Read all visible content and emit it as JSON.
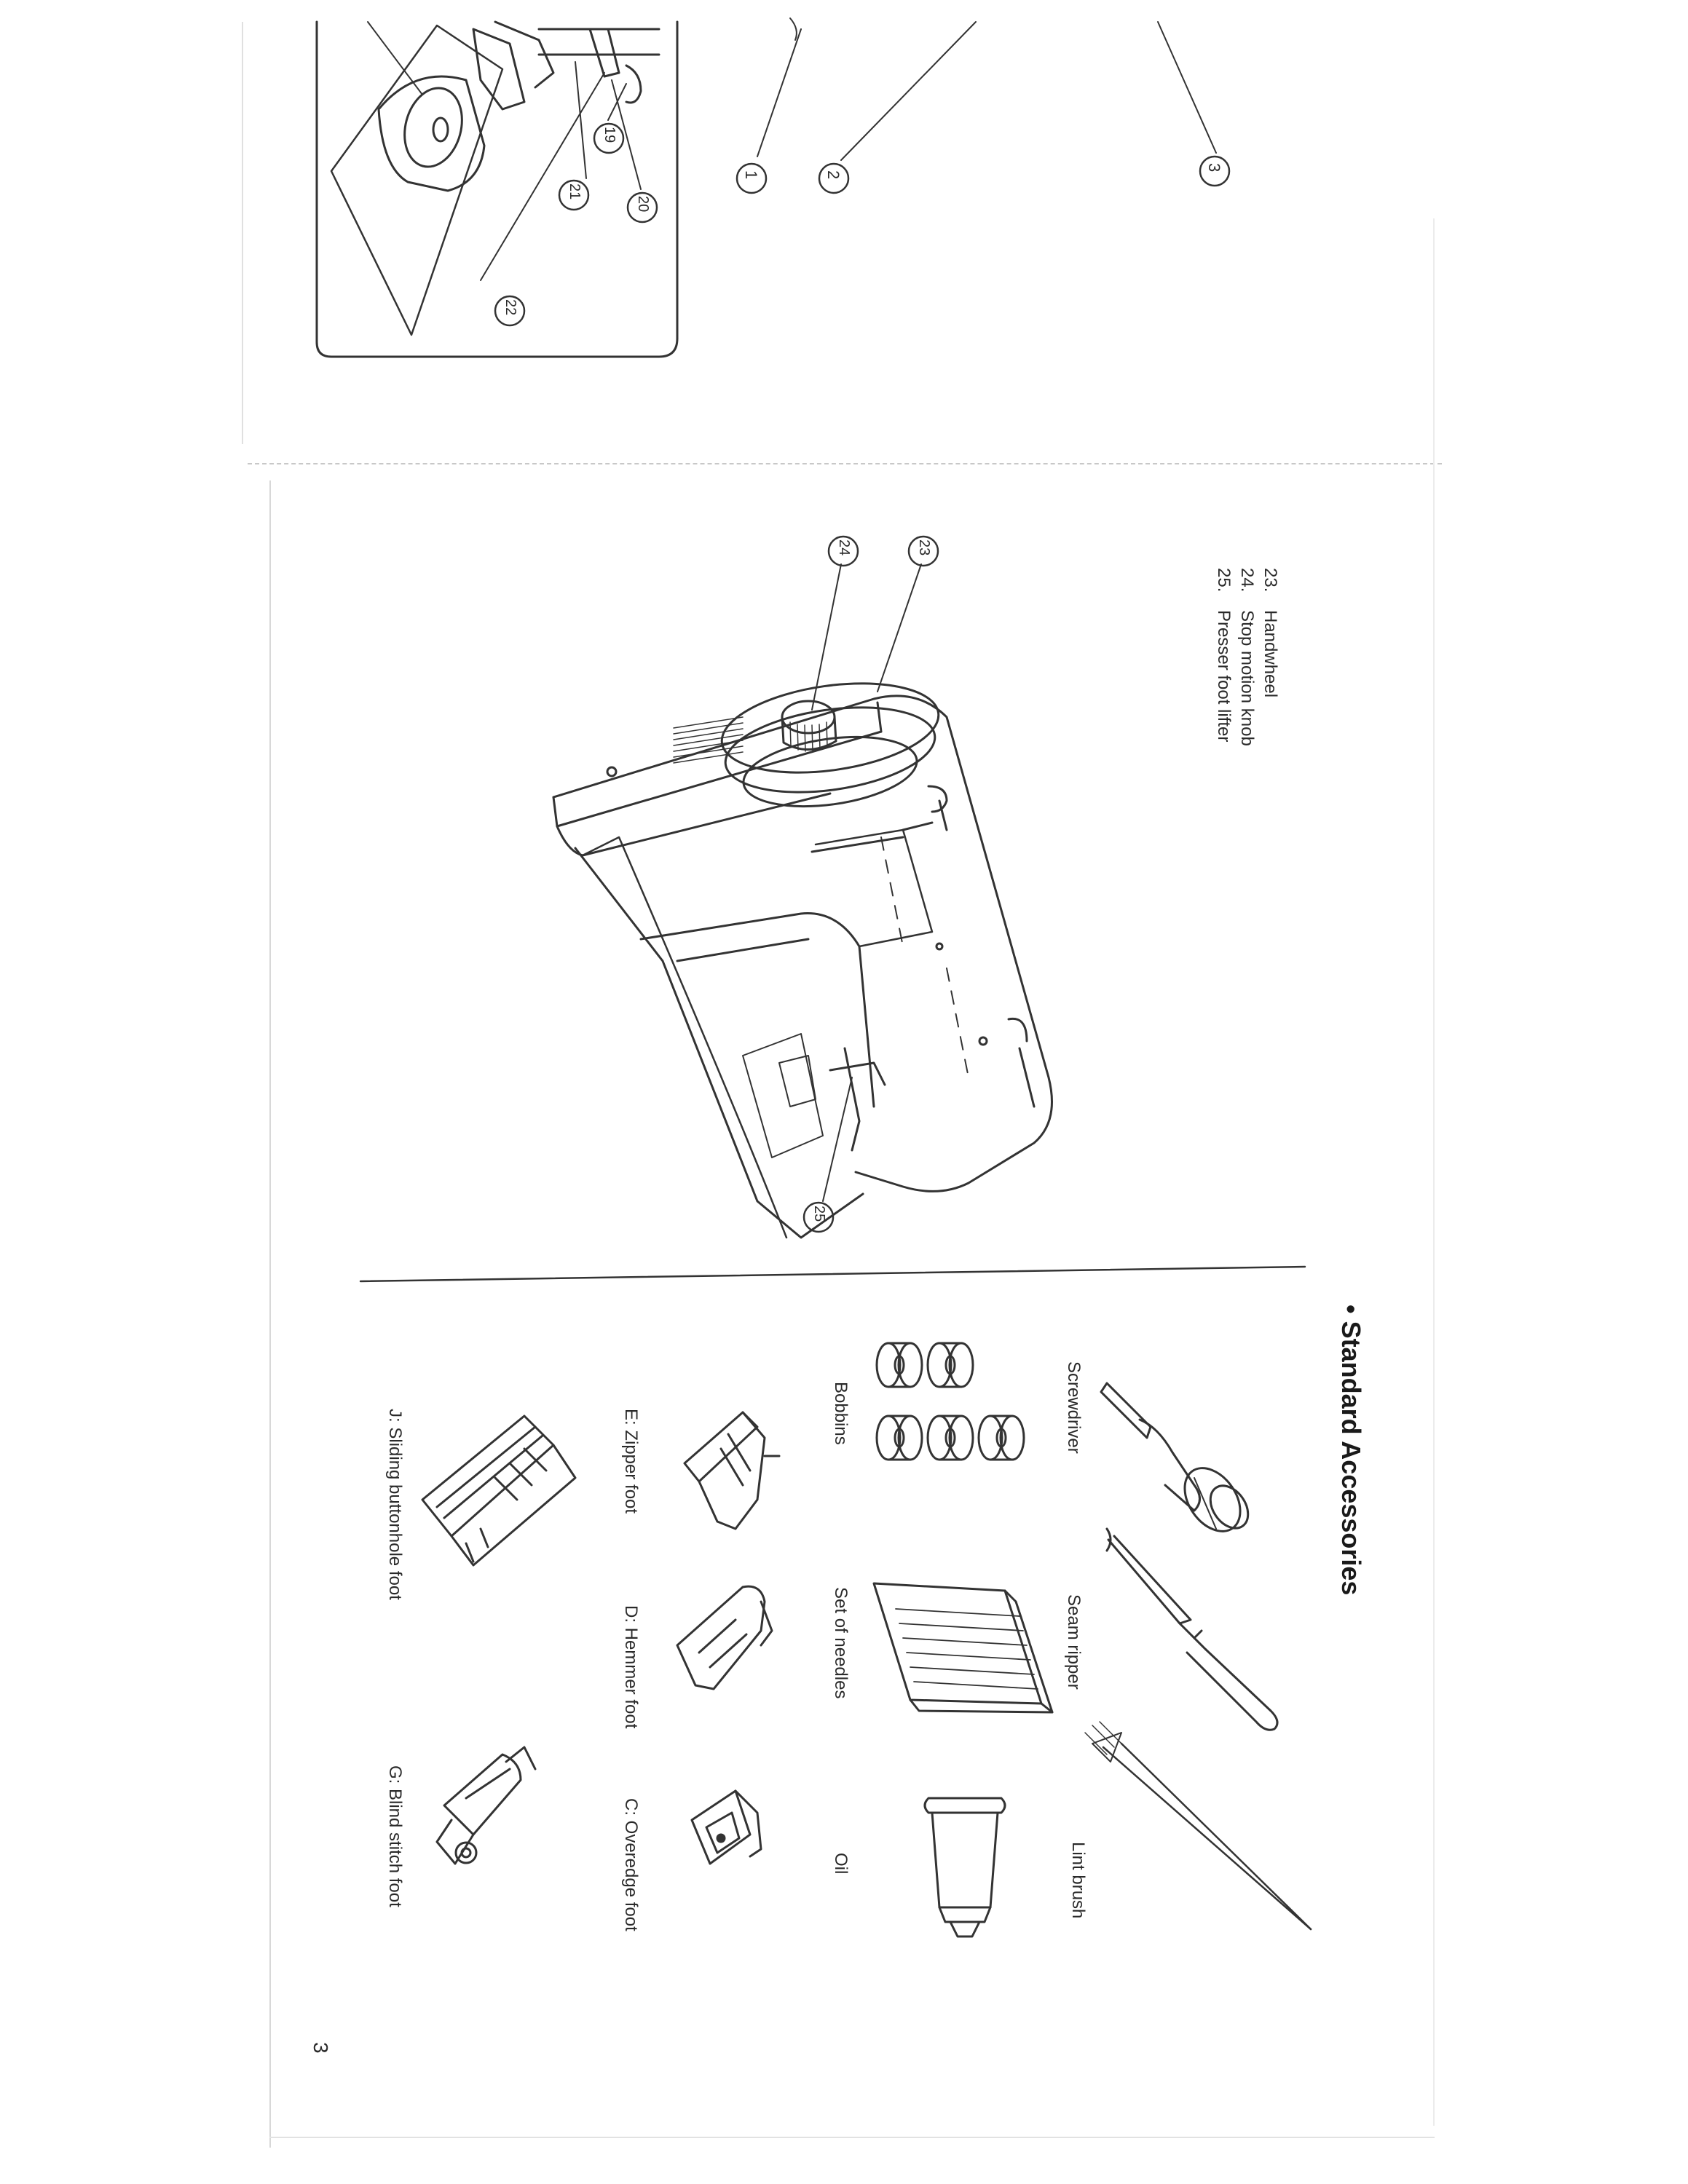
{
  "callouts": {
    "c1": "1",
    "c2": "2",
    "c3": "3",
    "c19": "19",
    "c20": "20",
    "c21": "21",
    "c22": "22",
    "c23": "23",
    "c24": "24",
    "c25": "25"
  },
  "parts_legend": [
    {
      "num": "23.",
      "label": "Handwheel"
    },
    {
      "num": "24.",
      "label": "Stop motion knob"
    },
    {
      "num": "25.",
      "label": "Presser foot lifter"
    }
  ],
  "accessories": {
    "title": "• Standard Accessories",
    "items": {
      "screwdriver": "Screwdriver",
      "seam_ripper": "Seam ripper",
      "lint_brush": "Lint brush",
      "bobbins": "Bobbins",
      "needles": "Set of needles",
      "oil": "Oil",
      "zipper_foot": "E: Zipper foot",
      "hemmer_foot": "D: Hemmer foot",
      "overedge_foot": "C: Overedge foot",
      "buttonhole_foot": "J: Sliding buttonhole foot",
      "blind_stitch_foot": "G: Blind stitch foot"
    }
  },
  "page_number": "3"
}
